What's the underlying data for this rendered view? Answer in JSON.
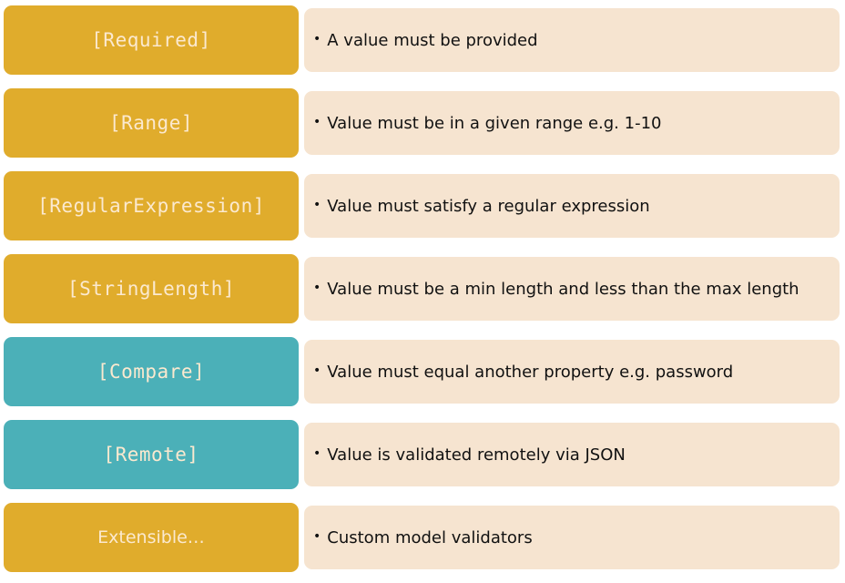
{
  "colors": {
    "gold": "#e0ac2c",
    "teal": "#4bb0b8",
    "description_background": "#f6e4d0",
    "label_text": "#fbe9cf"
  },
  "bullet_glyph": "•",
  "rows": [
    {
      "label": "[Required]",
      "description": "A value must be provided",
      "color": "gold"
    },
    {
      "label": "[Range]",
      "description": "Value must be in a given range e.g. 1-10",
      "color": "gold"
    },
    {
      "label": "[RegularExpression]",
      "description": "Value must satisfy a regular expression",
      "color": "gold"
    },
    {
      "label": "[StringLength]",
      "description": "Value must be a min length and less than the max length",
      "color": "gold"
    },
    {
      "label": "[Compare]",
      "description": "Value must equal another property e.g. password",
      "color": "teal"
    },
    {
      "label": "[Remote]",
      "description": "Value is validated remotely via JSON",
      "color": "teal"
    },
    {
      "label": "Extensible…",
      "description": "Custom model validators",
      "color": "gold"
    }
  ]
}
